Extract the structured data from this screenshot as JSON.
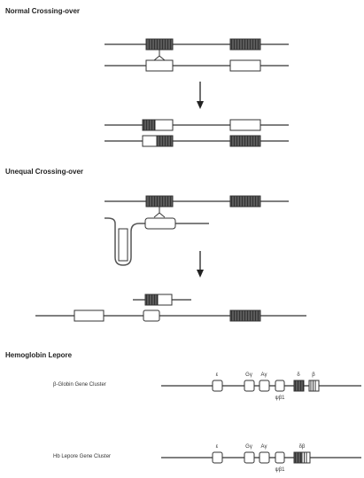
{
  "sections": {
    "normal": {
      "title": "Normal Crossing-over"
    },
    "unequal": {
      "title": "Unequal Crossing-over"
    },
    "lepore": {
      "title": "Hemoglobin Lepore"
    }
  },
  "clusters": {
    "beta_globin": {
      "name": "β-Globin Gene Cluster",
      "gene_labels": [
        "ε",
        "Gγ",
        "Aγ",
        "ψβ1",
        "δ",
        "β"
      ]
    },
    "hb_lepore": {
      "name": "Hb Lepore Gene Cluster",
      "gene_labels": [
        "ε",
        "Gγ",
        "Aγ",
        "ψβ1",
        "δβ"
      ]
    }
  },
  "colors": {
    "line": "#555555",
    "hatched": "#444444",
    "box_fill": "#ffffff"
  }
}
